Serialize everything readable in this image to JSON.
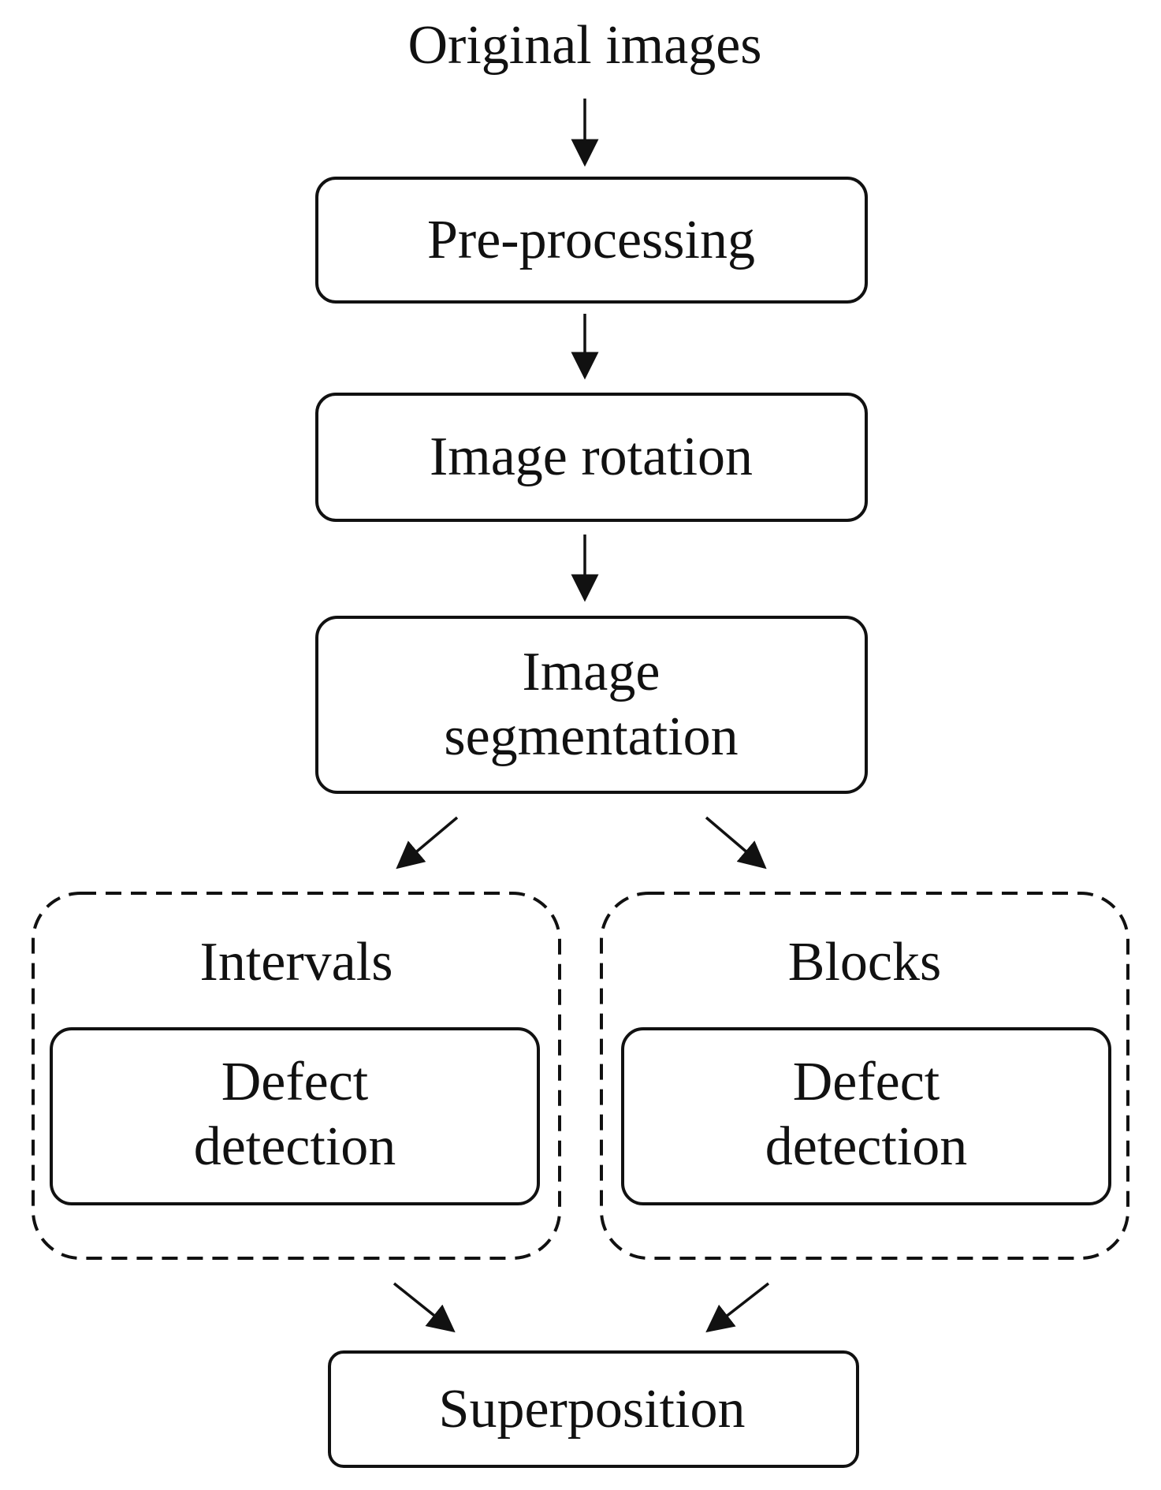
{
  "diagram": {
    "title": "Original images",
    "steps": {
      "preprocessing": "Pre-processing",
      "rotation": "Image rotation",
      "segmentation_line1": "Image",
      "segmentation_line2": "segmentation",
      "superposition": "Superposition"
    },
    "branches": {
      "left": {
        "label": "Intervals",
        "inner_line1": "Defect",
        "inner_line2": "detection"
      },
      "right": {
        "label": "Blocks",
        "inner_line1": "Defect",
        "inner_line2": "detection"
      }
    }
  },
  "colors": {
    "stroke": "#111111",
    "background": "#ffffff"
  }
}
